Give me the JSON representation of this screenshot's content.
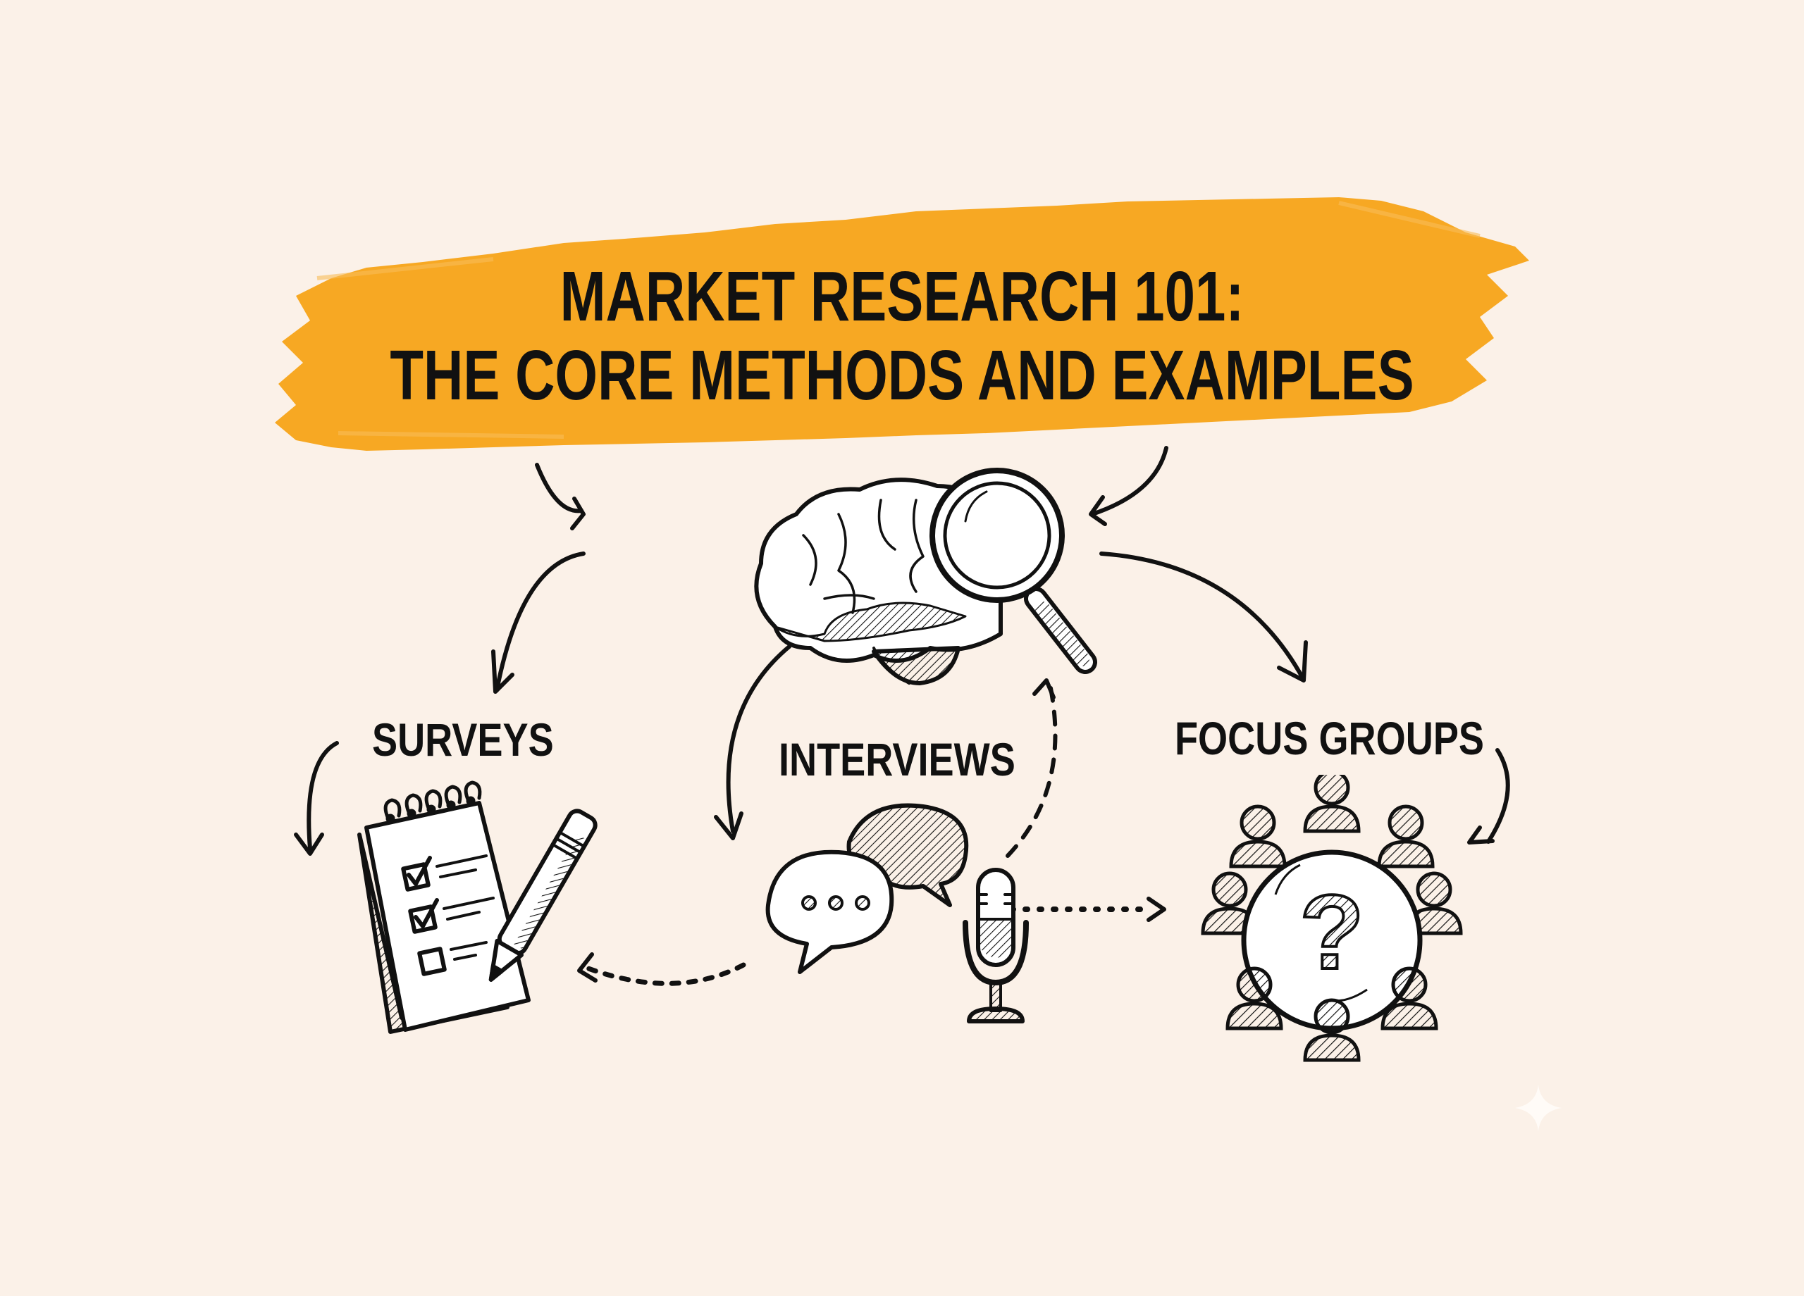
{
  "title": {
    "line1": "MARKET RESEARCH 101:",
    "line2": "THE CORE METHODS AND EXAMPLES"
  },
  "center": {
    "icon": "brain-with-magnifying-glass-icon"
  },
  "methods": [
    {
      "label": "SURVEYS",
      "icon": "checklist-notepad-pencil-icon"
    },
    {
      "label": "INTERVIEWS",
      "icon": "speech-bubbles-microphone-icon"
    },
    {
      "label": "FOCUS GROUPS",
      "icon": "people-round-table-question-icon"
    }
  ],
  "colors": {
    "background": "#FBF1E8",
    "brush": "#F7A823",
    "ink": "#111111"
  },
  "watermark": {
    "icon": "sparkle-icon"
  }
}
